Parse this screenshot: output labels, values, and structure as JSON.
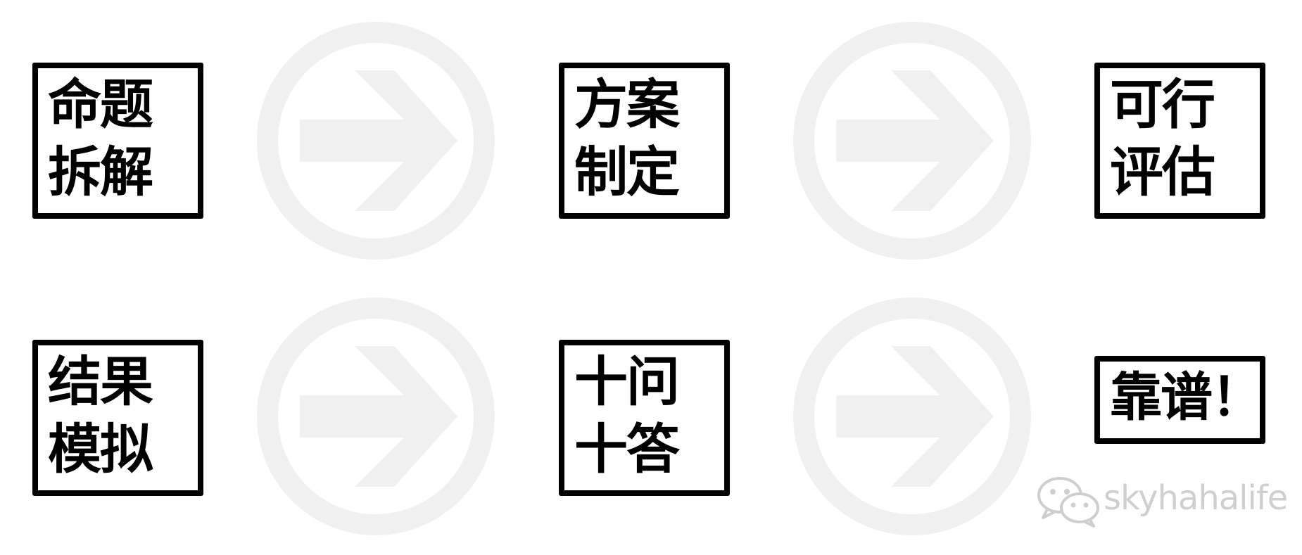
{
  "steps": [
    {
      "line1": "命题",
      "line2": "拆解"
    },
    {
      "line1": "方案",
      "line2": "制定"
    },
    {
      "line1": "可行",
      "line2": "评估"
    },
    {
      "line1": "结果",
      "line2": "模拟"
    },
    {
      "line1": "十问",
      "line2": "十答"
    },
    {
      "line1": "靠谱！"
    }
  ],
  "arrow_icon": "arrow-right-circle-icon",
  "colors": {
    "box_border": "#000000",
    "text": "#000000",
    "arrow": "#f0f0f0",
    "watermark": "#cfcfcf"
  },
  "watermark": {
    "icon": "wechat-icon",
    "text": "skyhahalife"
  }
}
